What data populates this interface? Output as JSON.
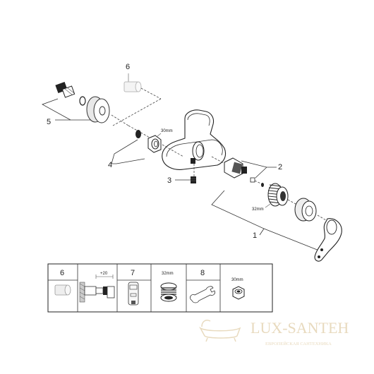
{
  "callouts": {
    "c1": "1",
    "c2": "2",
    "c3": "3",
    "c4": "4",
    "c5": "5",
    "c6": "6"
  },
  "dimensions": {
    "nut_30mm": "30mm",
    "cartridge_32mm": "32mm"
  },
  "legend": {
    "cell1_num": "6",
    "cell2_dim": "+20",
    "cell3_num": "7",
    "cell4_dim": "32mm",
    "cell5_num": "8",
    "cell6_dim": "30mm"
  },
  "watermark": {
    "brand": "LUX-SANTEH",
    "tagline": "ЕВРОПЕЙСКАЯ САНТЕХНИКА"
  },
  "colors": {
    "line": "#333333",
    "watermark": "#e6d6b8"
  }
}
